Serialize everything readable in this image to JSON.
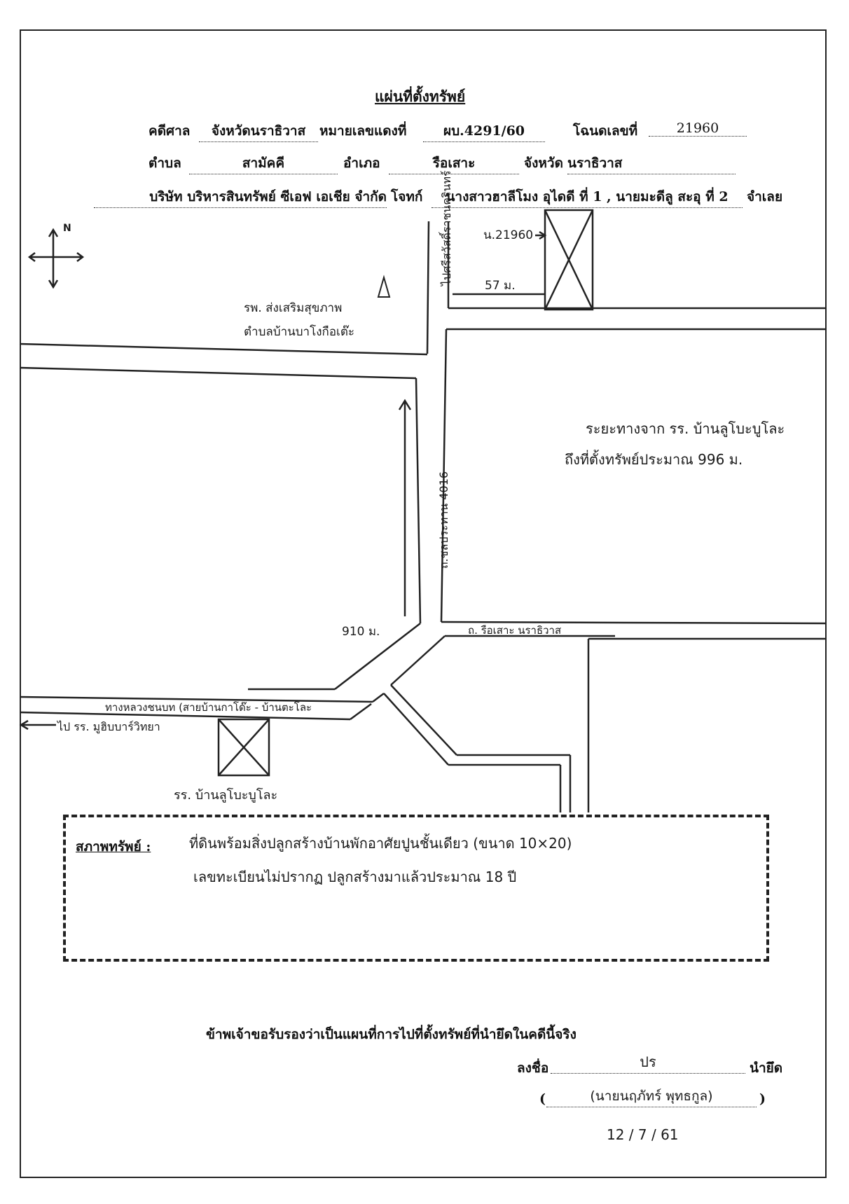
{
  "document": {
    "title": "แผ่นที่ตั้งทรัพย์",
    "header": {
      "case_label": "คดีศาล",
      "court": "จังหวัดนราธิวาส",
      "red_no_label": "หมายเลขแดงที่",
      "red_no": "ผบ.4291/60",
      "deed_label": "โฉนดเลขที่",
      "deed_no": "21960",
      "subdistrict_label": "ตำบล",
      "subdistrict": "สามัคคี",
      "district_label": "อำเภอ",
      "district": "รือเสาะ",
      "province_label": "จังหวัด",
      "province": "นราธิวาส",
      "plaintiff": "บริษัท บริหารสินทรัพย์ ซีเอฟ เอเชีย จำกัด",
      "plaintiff_label": "โจทก์",
      "defendants": "นางสาวฮาลีโมง อุไดดี ที่ 1 , นายมะดีลู สะอุ ที่ 2",
      "defendant_label": "จำเลย"
    }
  },
  "map": {
    "compass_north": "N",
    "deed_label": "น.21960",
    "deed_distance": "57 ม.",
    "health_station": "รพ. ส่งเสริมสุขภาพ",
    "health_station_sub": "ตำบลบ้านบาโงกือเต๊ะ",
    "triangle_mark": "Δ",
    "road_to_city": "ไปศรีสวัสดิ์ราชนครินทร์",
    "road_vertical": "ถ.ชลประทาน 4016",
    "distance_note_1": "ระยะทางจาก รร. บ้านลูโบะบูโละ",
    "distance_note_2": "ถึงที่ตั้งทรัพย์ประมาณ 996 ม.",
    "distance_910": "910 ม.",
    "road_rueso": "ถ. รือเสาะ นราธิวาส",
    "road_rural": "ทางหลวงชนบท (สายบ้านกาโด๊ะ - บ้านตะโละ",
    "to_school": "ไป รร. มูฮิบบาร์วิทยา",
    "school": "รร. บ้านลูโบะบูโละ"
  },
  "condition": {
    "label": "สภาพทรัพย์ :",
    "line1": "ที่ดินพร้อมสิ่งปลูกสร้างบ้านพักอาศัยปูนชั้นเดียว (ขนาด 10×20)",
    "line2": "เลขทะเบียนไม่ปรากฏ ปลูกสร้างมาแล้วประมาณ 18 ปี"
  },
  "footer": {
    "certify": "ข้าพเจ้าขอรับรองว่าเป็นแผนที่การไปที่ตั้งทรัพย์ที่นำยึดในคดีนี้จริง",
    "sign_label": "ลงชื่อ",
    "signature": "ปร",
    "sign_role": "นำยึด",
    "name": "(นายนฤภัทร์ พุทธกูล)",
    "open_paren": "(",
    "close_paren": ")",
    "date": "12 / 7 / 61"
  }
}
